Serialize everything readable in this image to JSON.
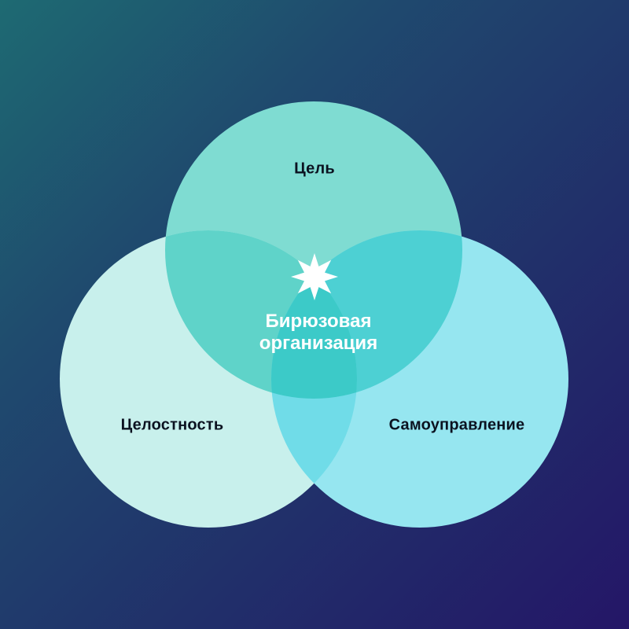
{
  "diagram": {
    "circles": [
      {
        "label": "Цель",
        "color": "#7fdcd2"
      },
      {
        "label": "Целостность",
        "color": "#c8f0ec"
      },
      {
        "label": "Самоуправление",
        "color": "#96e6f0"
      }
    ],
    "overlap_colors": {
      "top_left": "#5fd3c9",
      "top_right": "#4dd0d3",
      "bottom": "#70dce8",
      "center": "#3ccac8"
    },
    "center": {
      "icon": "sparkle-icon",
      "line1": "Бирюзовая",
      "line2": "организация"
    },
    "background_colors": [
      "#1e6a72",
      "#241667"
    ]
  }
}
